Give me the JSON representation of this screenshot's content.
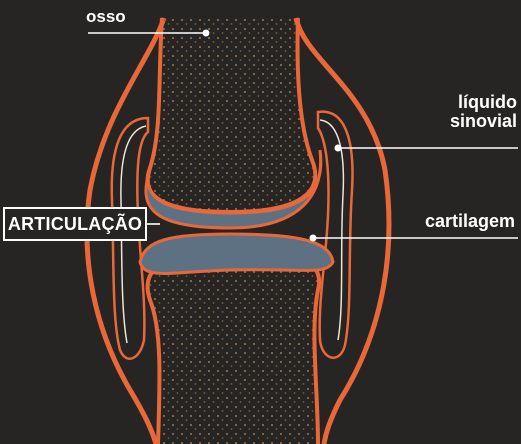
{
  "labels": {
    "bone": "osso",
    "synovial_fluid_line1": "líquido",
    "synovial_fluid_line2": "sinovial",
    "cartilage": "cartilagem",
    "joint": "ARTICULAÇÃO"
  },
  "colors": {
    "background": "#262523",
    "outline": "#e8683a",
    "cartilage": "#5d7183",
    "bone_dots": "#8a6a4a",
    "text": "#ffffff"
  }
}
